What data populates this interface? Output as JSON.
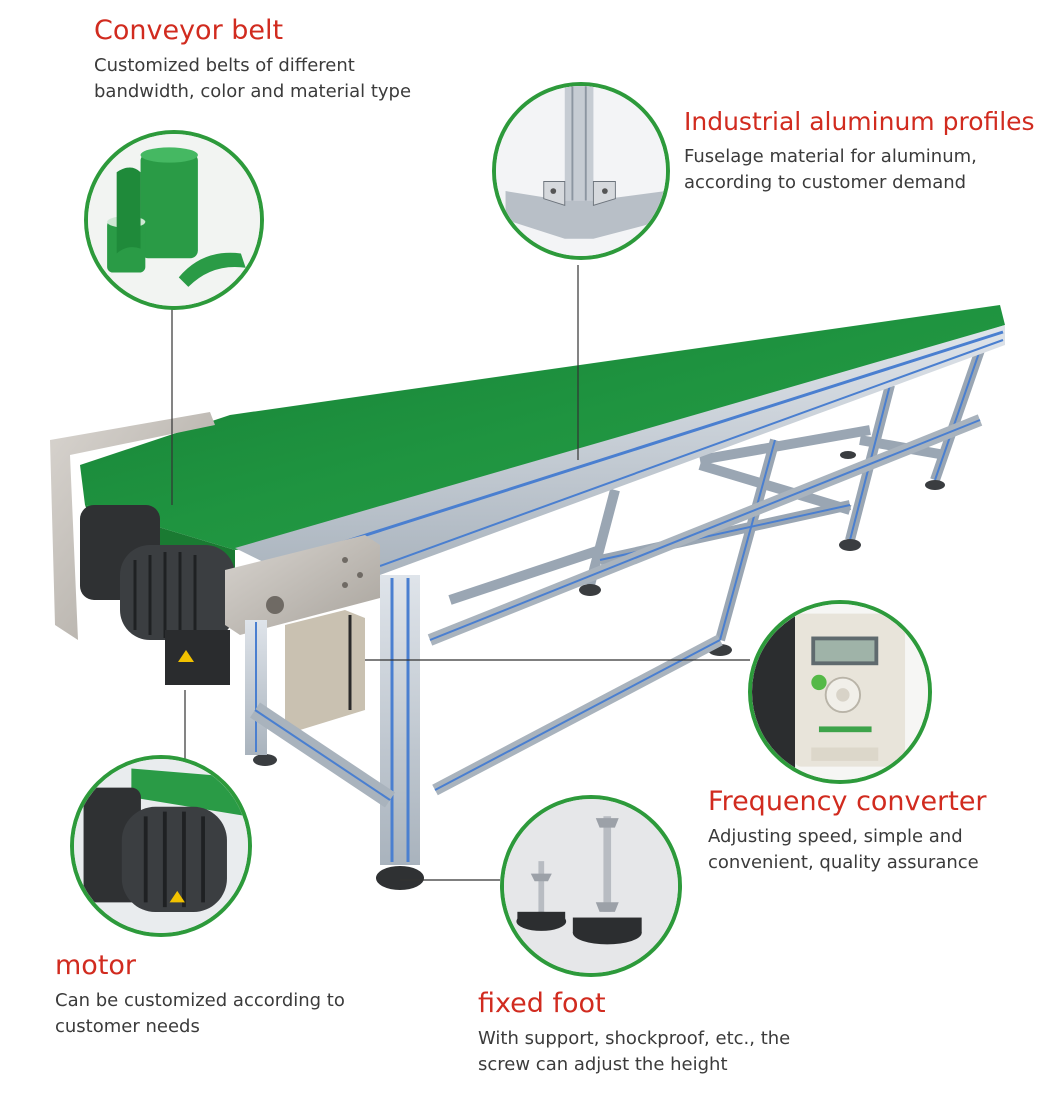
{
  "callouts": {
    "conveyor_belt": {
      "title": "Conveyor belt",
      "desc": [
        "Customized belts of different",
        "bandwidth, color and material type"
      ]
    },
    "aluminum_profiles": {
      "title": "Industrial aluminum profiles",
      "desc": [
        "Fuselage material for aluminum,",
        "according to customer demand"
      ]
    },
    "frequency_converter": {
      "title": "Frequency converter",
      "desc": [
        "Adjusting speed, simple and",
        "convenient, quality assurance"
      ]
    },
    "motor": {
      "title": "motor",
      "desc": [
        "Can be customized according to",
        "customer needs"
      ]
    },
    "fixed_foot": {
      "title": "fixed foot",
      "desc": [
        "With support, shockproof, etc., the",
        "screw can adjust the height"
      ]
    }
  },
  "colors": {
    "title_red": "#d12b1f",
    "callout_ring_green": "#2d9a3b",
    "belt_green": "#1f8a3a",
    "frame_aluminum": "#b9c3cd",
    "frame_blue_stripe": "#4a7fd0"
  },
  "images": {
    "main": "belt-conveyor-photo",
    "belt_detail": "green-belt-rolls-photo",
    "profile_detail": "aluminum-profile-corner-photo",
    "converter_detail": "frequency-converter-photo",
    "motor_detail": "gear-motor-photo",
    "foot_detail": "adjustable-feet-photo"
  }
}
